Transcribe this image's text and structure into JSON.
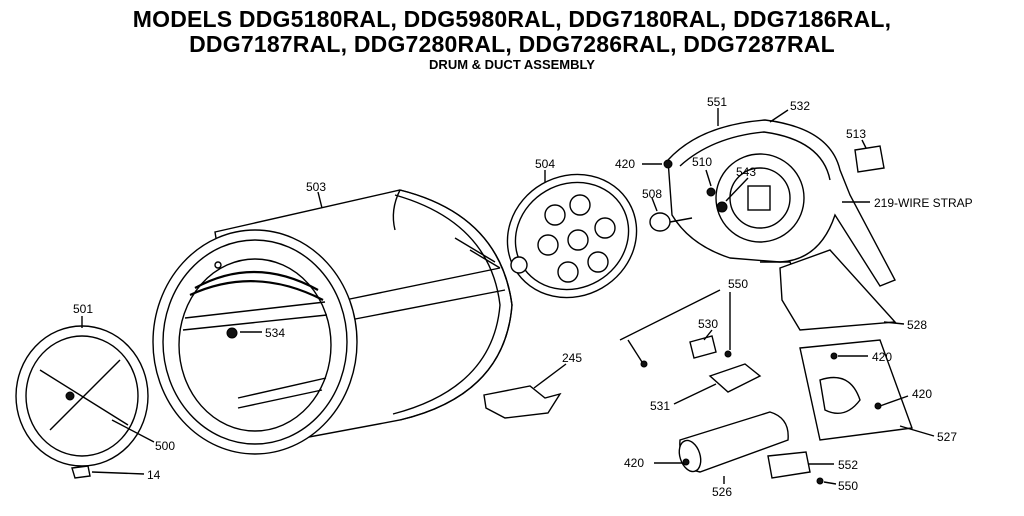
{
  "header": {
    "title_line1": "MODELS DDG5180RAL, DDG5980RAL, DDG7180RAL, DDG7186RAL,",
    "title_line2": "DDG7187RAL, DDG7280RAL, DDG7286RAL, DDG7287RAL",
    "subtitle": "DRUM & DUCT ASSEMBLY"
  },
  "parts": {
    "p503": "503",
    "p504": "504",
    "p501": "501",
    "p534": "534",
    "p500": "500",
    "p14": "14",
    "p245": "245",
    "p508": "508",
    "p420a": "420",
    "p510": "510",
    "p543": "543",
    "p551": "551",
    "p532": "532",
    "p513": "513",
    "p219": "219-WIRE STRAP",
    "p528": "528",
    "p550a": "550",
    "p530": "530",
    "p531": "531",
    "p420b": "420",
    "p420c": "420",
    "p527": "527",
    "p420d": "420",
    "p526": "526",
    "p552": "552",
    "p550b": "550"
  }
}
